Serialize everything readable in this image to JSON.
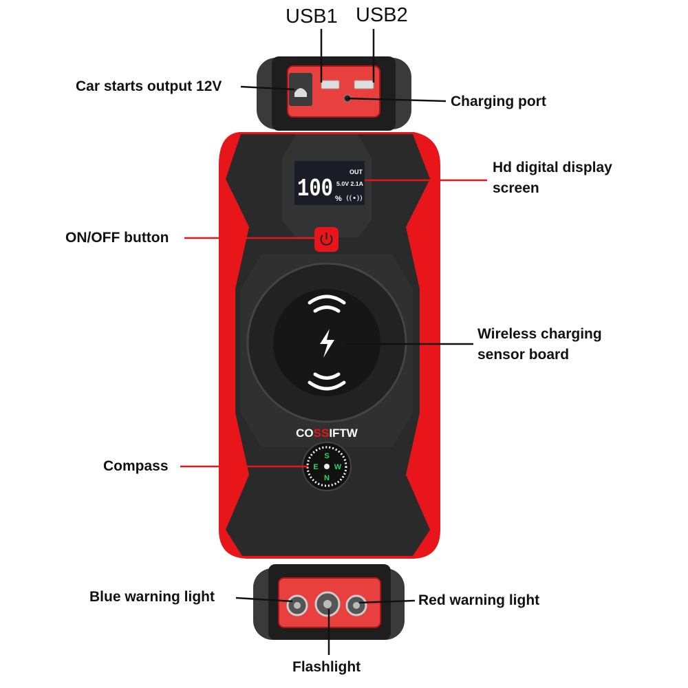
{
  "labels": {
    "usb1": "USB1",
    "usb2": "USB2",
    "car_start": "Car starts output 12V",
    "charging_port": "Charging port",
    "display_line1": "Hd digital display",
    "display_line2": "screen",
    "on_off": "ON/OFF button",
    "wireless_line1": "Wireless charging",
    "wireless_line2": "sensor board",
    "compass": "Compass",
    "blue_light": "Blue warning light",
    "red_light": "Red warning light",
    "flashlight": "Flashlight"
  },
  "display": {
    "percent": "100",
    "percent_sign": "%",
    "out_label": "OUT",
    "output": "5.0V 2.1A"
  },
  "brand": {
    "part1": "CO",
    "part2": "SS",
    "part3": "IFTW"
  },
  "compass_letters": {
    "n": "N",
    "s": "S",
    "e": "E",
    "w": "W"
  },
  "colors": {
    "accent_red": "#e8161b",
    "body_black": "#2a2a2a",
    "panel_red": "#e8403f",
    "compass_green": "#2fd36a"
  }
}
